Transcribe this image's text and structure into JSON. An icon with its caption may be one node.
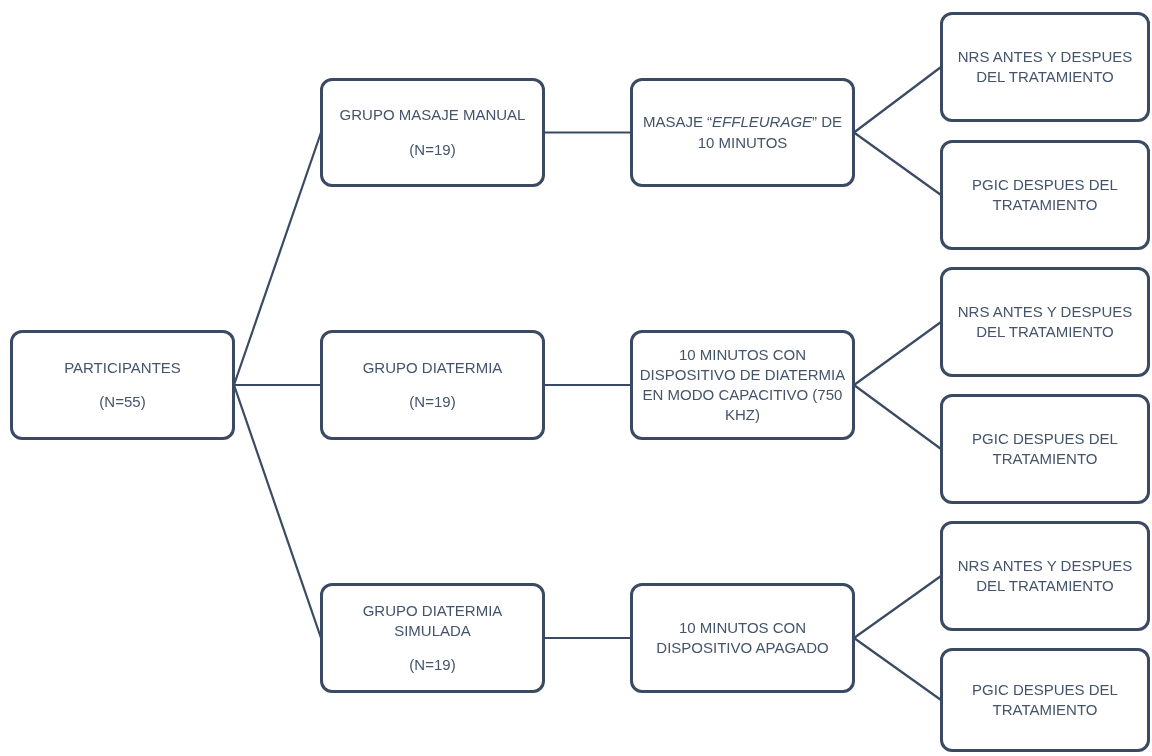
{
  "diagram": {
    "nodes": [
      {
        "text": [
          "PARTICIPANTES",
          "(N=55)"
        ]
      },
      {
        "text": [
          "GRUPO MASAJE MANUAL",
          "(N=19)"
        ]
      },
      {
        "text": [
          "MASAJE “*EFFLEURAGE*” DE 10 MINUTOS"
        ]
      },
      {
        "text": [
          "NRS ANTES Y DESPUES DEL TRATAMIENTO"
        ]
      },
      {
        "text": [
          "PGIC DESPUES DEL TRATAMIENTO"
        ]
      },
      {
        "text": [
          "GRUPO DIATERMIA",
          "(N=19)"
        ]
      },
      {
        "text": [
          "10 MINUTOS CON DISPOSITIVO DE DIATERMIA EN MODO CAPACITIVO (750 KHZ)"
        ]
      },
      {
        "text": [
          "NRS ANTES Y DESPUES DEL TRATAMIENTO"
        ]
      },
      {
        "text": [
          "PGIC DESPUES DEL TRATAMIENTO"
        ]
      },
      {
        "text": [
          "GRUPO DIATERMIA SIMULADA",
          "(N=19)"
        ]
      },
      {
        "text": [
          "10 MINUTOS CON DISPOSITIVO APAGADO"
        ]
      },
      {
        "text": [
          "NRS ANTES Y DESPUES DEL TRATAMIENTO"
        ]
      },
      {
        "text": [
          "PGIC DESPUES DEL TRATAMIENTO"
        ]
      }
    ],
    "edges": [
      {
        "from": 0,
        "to": 1,
        "arrow": "none"
      },
      {
        "from": 0,
        "to": 5,
        "arrow": "none"
      },
      {
        "from": 0,
        "to": 9,
        "arrow": "none"
      },
      {
        "from": 1,
        "to": 2,
        "arrow": "none"
      },
      {
        "from": 2,
        "to": 3,
        "arrow": "none"
      },
      {
        "from": 2,
        "to": 4,
        "arrow": "none"
      },
      {
        "from": 5,
        "to": 6,
        "arrow": "none"
      },
      {
        "from": 6,
        "to": 7,
        "arrow": "none"
      },
      {
        "from": 6,
        "to": 8,
        "arrow": "none"
      },
      {
        "from": 9,
        "to": 10,
        "arrow": "none"
      },
      {
        "from": 10,
        "to": 11,
        "arrow": "none"
      },
      {
        "from": 10,
        "to": 12,
        "arrow": "none"
      }
    ]
  }
}
